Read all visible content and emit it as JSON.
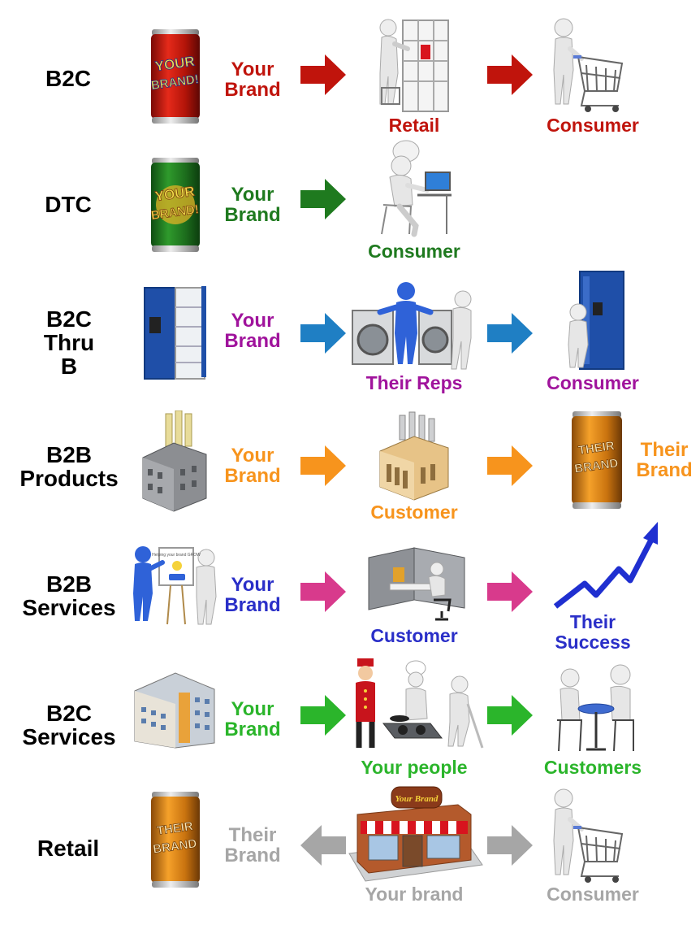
{
  "rows": [
    {
      "model": "B2C",
      "brand_label": "Your Brand",
      "color": "#c0140c",
      "mid_caption": "Retail",
      "end_caption": "Consumer"
    },
    {
      "model": "DTC",
      "brand_label": "Your Brand",
      "color": "#1f7a1f",
      "mid_caption": "Consumer"
    },
    {
      "model": "B2C Thru B",
      "brand_label": "Your Brand",
      "color": "#a0139c",
      "arrow_color": "#1f7fc4",
      "mid_caption": "Their Reps",
      "end_caption": "Consumer"
    },
    {
      "model": "B2B Products",
      "brand_label": "Your Brand",
      "color": "#f7941d",
      "mid_caption": "Customer",
      "end_label": "Their Brand"
    },
    {
      "model": "B2B Services",
      "brand_label": "Your Brand",
      "color": "#2a2fc8",
      "arrow_color": "#d83a8c",
      "mid_caption": "Customer",
      "end_caption": "Their Success"
    },
    {
      "model": "B2C Services",
      "brand_label": "Your Brand",
      "color": "#2bb52b",
      "mid_caption": "Your people",
      "end_caption": "Customers"
    },
    {
      "model": "Retail",
      "brand_label": "Their Brand",
      "color": "#a6a6a6",
      "mid_caption": "Your brand",
      "end_caption": "Consumer",
      "store_sign": "Your Brand"
    }
  ],
  "cans": {
    "your": "YOUR BRAND!",
    "their": "THEIR BRAND"
  },
  "chart_sign": "Helping your brand GROW"
}
